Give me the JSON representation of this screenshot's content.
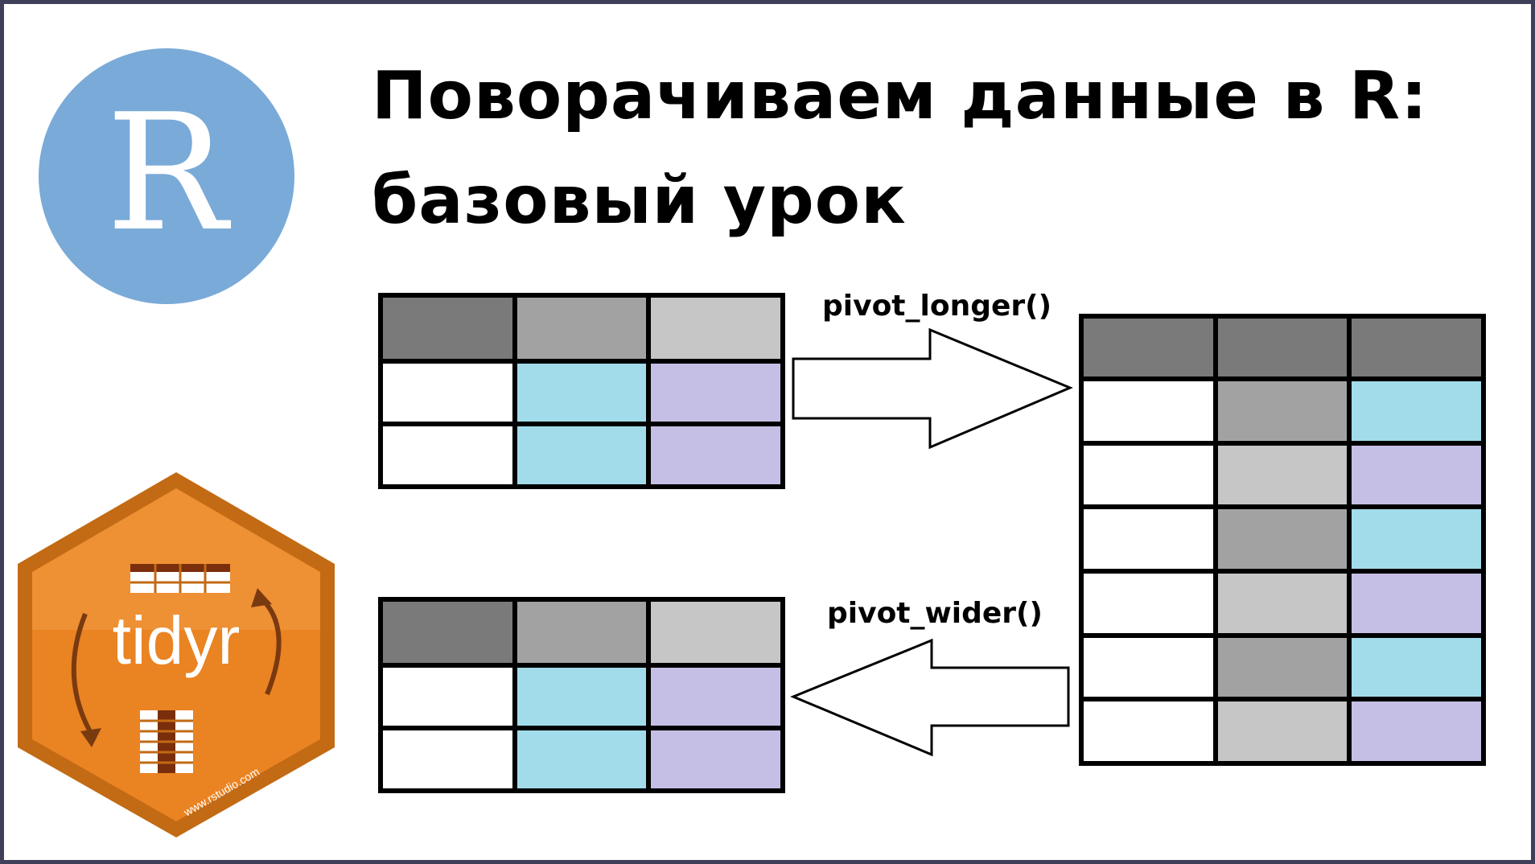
{
  "title": {
    "line1": "Поворачиваем данные в R:",
    "line2": "базовый урок"
  },
  "r_logo": {
    "letter": "R",
    "color": "#7aaad8"
  },
  "tidyr_logo": {
    "name": "tidyr",
    "url": "www.rstudio.com",
    "color": "#e8821f"
  },
  "functions": {
    "longer": "pivot_longer()",
    "wider": "pivot_wider()"
  },
  "tables": {
    "wide_top": {
      "header": [
        "dark",
        "mid",
        "light"
      ],
      "rows": [
        [
          "white",
          "blue",
          "purple"
        ],
        [
          "white",
          "blue",
          "purple"
        ]
      ]
    },
    "long": {
      "header": [
        "dark",
        "dark",
        "dark"
      ],
      "rows": [
        [
          "white",
          "mid",
          "blue"
        ],
        [
          "white",
          "light",
          "purple"
        ],
        [
          "white",
          "mid",
          "blue"
        ],
        [
          "white",
          "light",
          "purple"
        ],
        [
          "white",
          "mid",
          "blue"
        ],
        [
          "white",
          "light",
          "purple"
        ]
      ]
    },
    "wide_bottom": {
      "header": [
        "dark",
        "mid",
        "light"
      ],
      "rows": [
        [
          "white",
          "blue",
          "purple"
        ],
        [
          "white",
          "blue",
          "purple"
        ]
      ]
    }
  }
}
